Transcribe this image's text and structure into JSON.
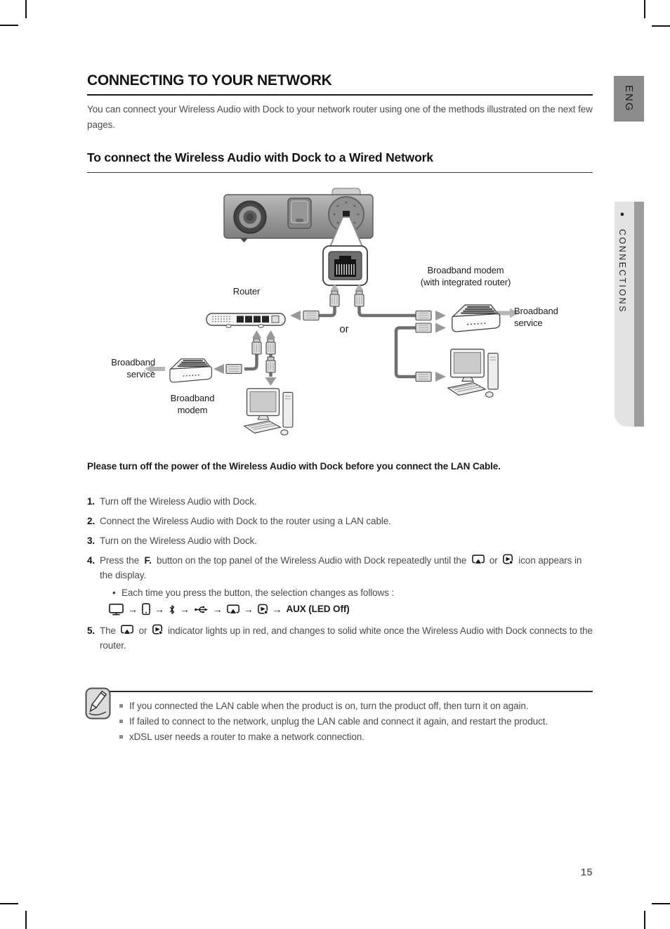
{
  "page": {
    "number": "15",
    "eng_tab": "ENG",
    "connections_tab": "CONNECTIONS",
    "connections_bullet": "●"
  },
  "header": {
    "title": "CONNECTING TO YOUR NETWORK",
    "intro": "You can connect your Wireless Audio with Dock to your network router using one of the methods illustrated on the next few pages.",
    "subheading": "To connect the Wireless Audio with Dock to a Wired Network"
  },
  "diagram": {
    "router_label": "Router",
    "modem_integrated_line1": "Broadband modem",
    "modem_integrated_line2": "(with integrated router)",
    "service_right_line1": "Broadband",
    "service_right_line2": "service",
    "service_left_line1": "Broadband",
    "service_left_line2": "service",
    "modem_left_line1": "Broadband",
    "modem_left_line2": "modem",
    "or": "or"
  },
  "instructions": {
    "warning": "Please turn off the power of the Wireless Audio with Dock before you connect the LAN Cable.",
    "step1_num": "1.",
    "step1": "Turn off the Wireless Audio with Dock.",
    "step2_num": "2.",
    "step2": "Connect the Wireless Audio with Dock to the router using a LAN cable.",
    "step3_num": "3.",
    "step3": "Turn on the Wireless Audio with Dock.",
    "step4_num": "4.",
    "step4_part1": "Press the",
    "step4_button": "F.",
    "step4_part2": "button on the top panel of the Wireless Audio with Dock repeatedly until the",
    "step4_or": "or",
    "step4_part3": "icon appears in the display.",
    "step4_bullet_marker": "•",
    "step4_bullet": "Each time you press the button, the selection changes as follows :",
    "sequence_arrow": "→",
    "sequence_end": "AUX (LED Off)",
    "step5_num": "5.",
    "step5_part1": "The",
    "step5_or": "or",
    "step5_part2": "indicator lights up in red, and changes to solid white once the Wireless Audio with Dock connects to the router."
  },
  "notes": {
    "items": [
      "If you connected the LAN cable when the product is on, turn the product off, then turn it on again.",
      "If failed to connect to the network, unplug the LAN cable and connect it again, and restart the product.",
      "xDSL user needs a router to make a network connection."
    ]
  },
  "icons": {
    "sequence": [
      "tv-icon",
      "dock-icon",
      "bluetooth-icon",
      "usb-icon",
      "airplay-icon",
      "allshare-icon"
    ],
    "note": "pencil-note-icon"
  }
}
